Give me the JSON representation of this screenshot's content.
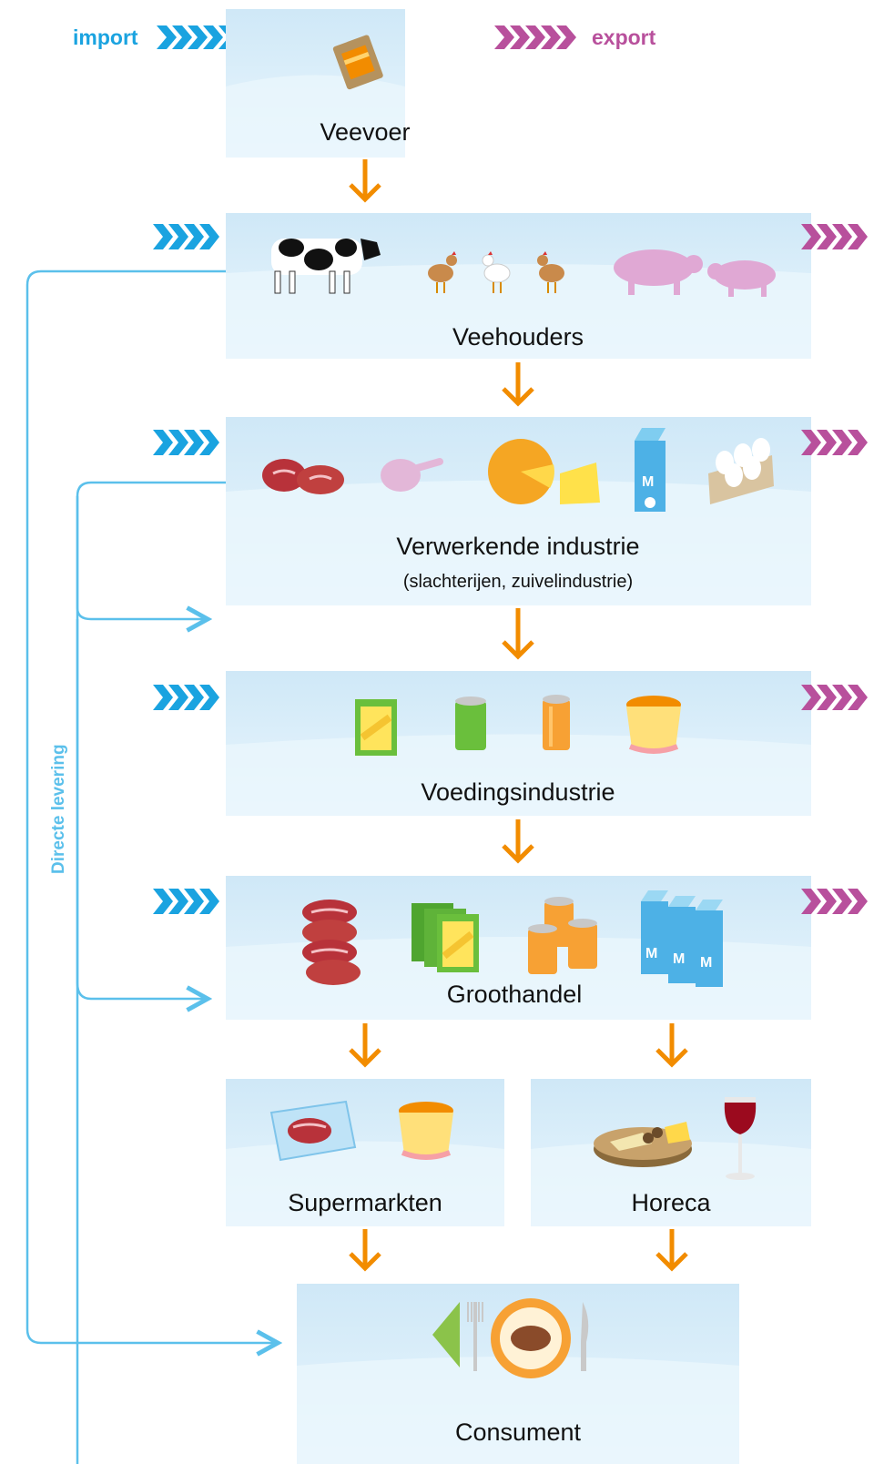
{
  "legend": {
    "import": "import",
    "export": "export"
  },
  "side_label": "Directe levering",
  "stages": {
    "veevoer": "Veevoer",
    "veehouders": "Veehouders",
    "verwerkend": "Verwerkende industrie",
    "verwerkend_sub": "(slachterijen, zuivelindustrie)",
    "voedings": "Voedingsindustrie",
    "groothandel": "Groothandel",
    "supermarkten": "Supermarkten",
    "horeca": "Horeca",
    "consument": "Consument"
  },
  "colors": {
    "import": "#1aa3e0",
    "export": "#b8509c",
    "arrow": "#f28c00",
    "line": "#5bc0eb",
    "box_top": "#cfe8f7",
    "box_bottom": "#eaf6fd"
  },
  "icons": {
    "veevoer": [
      "feed-bag-icon"
    ],
    "veehouders": [
      "cow-icon",
      "chicken-icon",
      "chicken-icon",
      "chicken-icon",
      "pig-icon",
      "pig-icon"
    ],
    "verwerkend": [
      "meat-icon",
      "chicken-leg-icon",
      "cheese-icon",
      "milk-carton-icon",
      "eggs-icon"
    ],
    "voedings": [
      "box-icon",
      "can-icon",
      "can-icon",
      "cup-icon"
    ],
    "groothandel": [
      "meat-stack-icon",
      "boxes-icon",
      "cans-icon",
      "milk-cartons-icon"
    ],
    "supermarkten": [
      "packaged-meat-icon",
      "cup-icon"
    ],
    "horeca": [
      "cheese-board-icon",
      "wine-glass-icon"
    ],
    "consument": [
      "plate-icon",
      "fork-icon",
      "knife-icon",
      "napkin-icon"
    ]
  }
}
